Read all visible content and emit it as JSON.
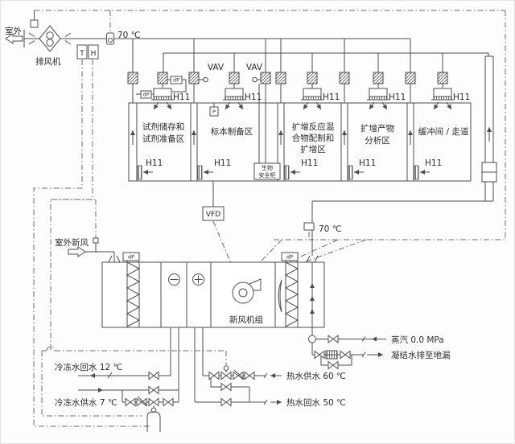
{
  "diagram": {
    "air": {
      "outdoor_exhaust": "室外",
      "outdoor_fresh": "室外新风",
      "vav": "VAV",
      "hepa": "H11"
    },
    "equipment": {
      "exhaust_fan": "排风机",
      "ahu": "新风机组",
      "vfd": "VFD",
      "bsc": {
        "lines": [
          "生物",
          "安全柜"
        ]
      }
    },
    "sensors": {
      "temp_exhaust": "70 ℃",
      "temp_supply": "70 ℃",
      "t": "T",
      "h": "H",
      "dp": "dP",
      "p": "P"
    },
    "rooms": [
      {
        "lines": [
          "试剂储存和",
          "试剂准备区"
        ]
      },
      {
        "lines": [
          "标本制备区"
        ]
      },
      {
        "lines": [
          "扩增反应混",
          "合物配制和",
          "扩增区"
        ]
      },
      {
        "lines": [
          "扩增产物",
          "分析区"
        ]
      },
      {
        "lines": [
          "缓冲间 / 走道"
        ]
      }
    ],
    "pipes": {
      "steam": "蒸汽 0.0 MPa",
      "condensate": "凝结水排至地漏",
      "hot_supply": "热水供水 60 ℃",
      "hot_return": "热水回水 50 ℃",
      "chilled_return": "冷冻水回水 12 ℃",
      "chilled_supply": "冷冻水供水 7 ℃"
    },
    "colors": {
      "line": "#4d4d4d",
      "text": "#2b2b2b"
    }
  }
}
